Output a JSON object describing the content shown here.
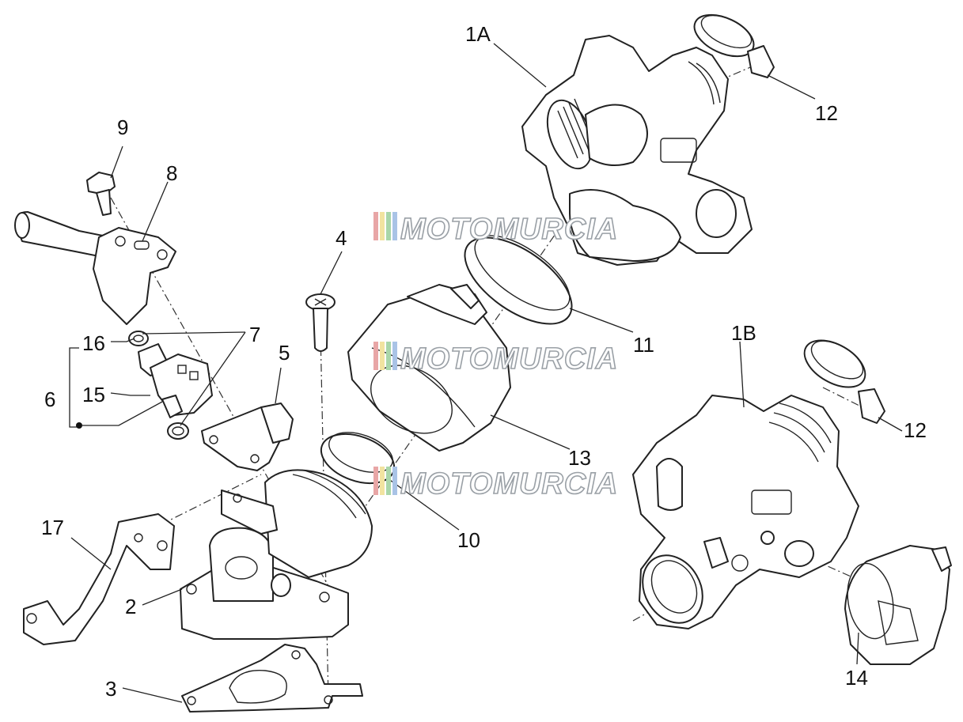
{
  "watermark": {
    "text": "MOTOMURCIA",
    "stripe_colors": [
      "#e8a6a6",
      "#f1e3a0",
      "#a9d6a9",
      "#a9c3e6"
    ]
  },
  "callouts": {
    "c1A": "1A",
    "c1B": "1B",
    "c2": "2",
    "c3": "3",
    "c4": "4",
    "c5": "5",
    "c6": "6",
    "c7": "7",
    "c8": "8",
    "c9": "9",
    "c10": "10",
    "c11": "11",
    "c12a": "12",
    "c12b": "12",
    "c13": "13",
    "c14": "14",
    "c15": "15",
    "c16": "16",
    "c17": "17"
  }
}
